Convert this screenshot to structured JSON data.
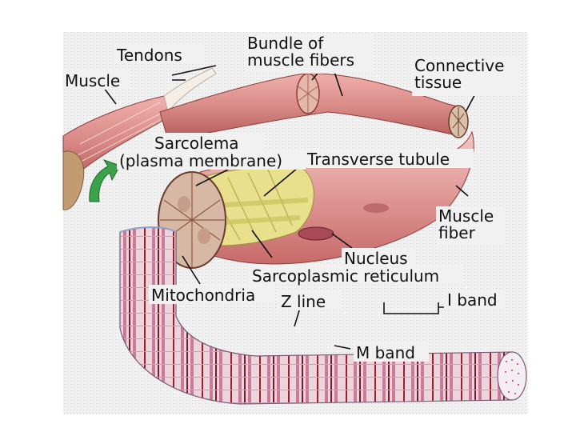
{
  "labels": {
    "tendons": "Tendons",
    "muscle": "Muscle",
    "bundle_line1": "Bundle of",
    "bundle_line2": "muscle fibers",
    "connective_line1": "Connective",
    "connective_line2": "tissue",
    "sarcolema_line1": "Sarcolema",
    "sarcolema_line2": "(plasma membrane)",
    "transverse_tubule": "Transverse tubule",
    "muscle_fiber_line1": "Muscle",
    "muscle_fiber_line2": "fiber",
    "nucleus": "Nucleus",
    "sarcoplasmic_reticulum": "Sarcoplasmic reticulum",
    "mitochondria": "Mitochondria",
    "z_line": "Z line",
    "i_band": "I band",
    "m_band": "M band"
  },
  "colors": {
    "panel_background": "#efefef",
    "muscle_red": "#d98a87",
    "muscle_red_dark": "#b35a58",
    "fiber_pink": "#e7c9d4",
    "sarcomere_stripe": "#9a2030",
    "sarcoplasmic_yellow": "#e8e08c",
    "arrow_green": "#39a24a"
  }
}
